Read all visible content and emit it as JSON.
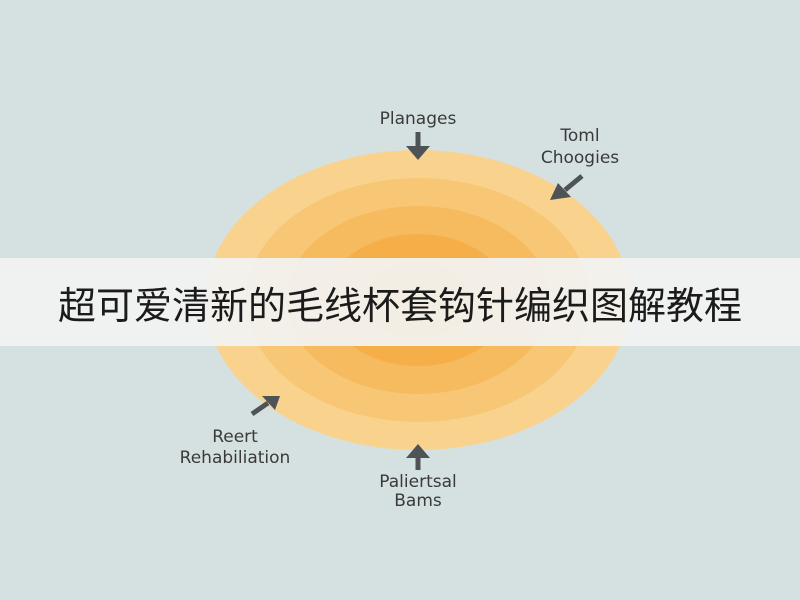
{
  "banner": {
    "title": "超可爱清新的毛线杯套钩针编织图解教程"
  },
  "diagram": {
    "colors": {
      "background": "#d5e0e1",
      "ring_outer": "#f9d38e",
      "ring_2": "#f8c776",
      "ring_3": "#f7bb5f",
      "ring_4": "#f6ae48",
      "core": "#f4a232",
      "arrow": "#4e5456"
    },
    "labels": {
      "top_line1": "Planages",
      "top_right_line1": "Toml",
      "top_right_line2": "Choogies",
      "bottom_left_line1": "Reert",
      "bottom_left_line2": "Rehabiliation",
      "bottom_line1": "Paliertsal",
      "bottom_line2": "Bams"
    }
  }
}
